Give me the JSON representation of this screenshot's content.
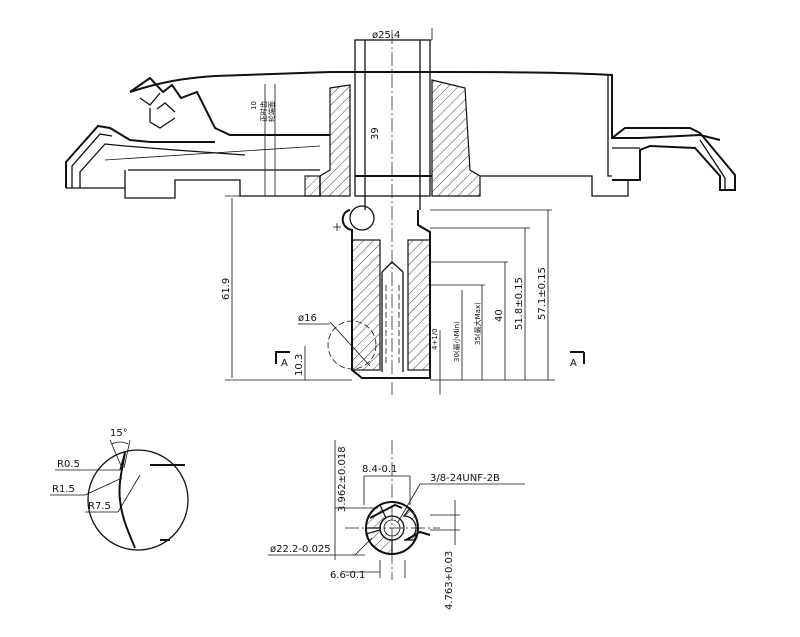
{
  "drawing": {
    "top_dia": "ø25.4",
    "shaft_len_39": "39",
    "overall_61_9": "61.9",
    "dim_57_1": "57.1±0.15",
    "dim_51_8": "51.8±0.15",
    "dim_40": "40",
    "dim_35": "35(最大Max)",
    "dim_30": "30(最小Min)",
    "dim_4_tol": "4+1/0",
    "dim_10_3": "10.3",
    "dia_16": "ø16",
    "section_a_left": "A",
    "section_a_right": "A",
    "cjk_note_1": "正时齿",
    "cjk_note_2": "轮端面",
    "cjk_note_num": "10",
    "detail_angle": "15°",
    "r0_5": "R0.5",
    "r1_5": "R1.5",
    "r7_5": "R7.5",
    "keyway_dim": "3.962±0.018",
    "dim_8_4": "8.4-0.1",
    "thread": "3/8-24UNF-2B",
    "dim_22_2": "ø22.2-0.025",
    "dim_6_6": "6.6-0.1",
    "dim_4_763": "4.763+0.03"
  }
}
